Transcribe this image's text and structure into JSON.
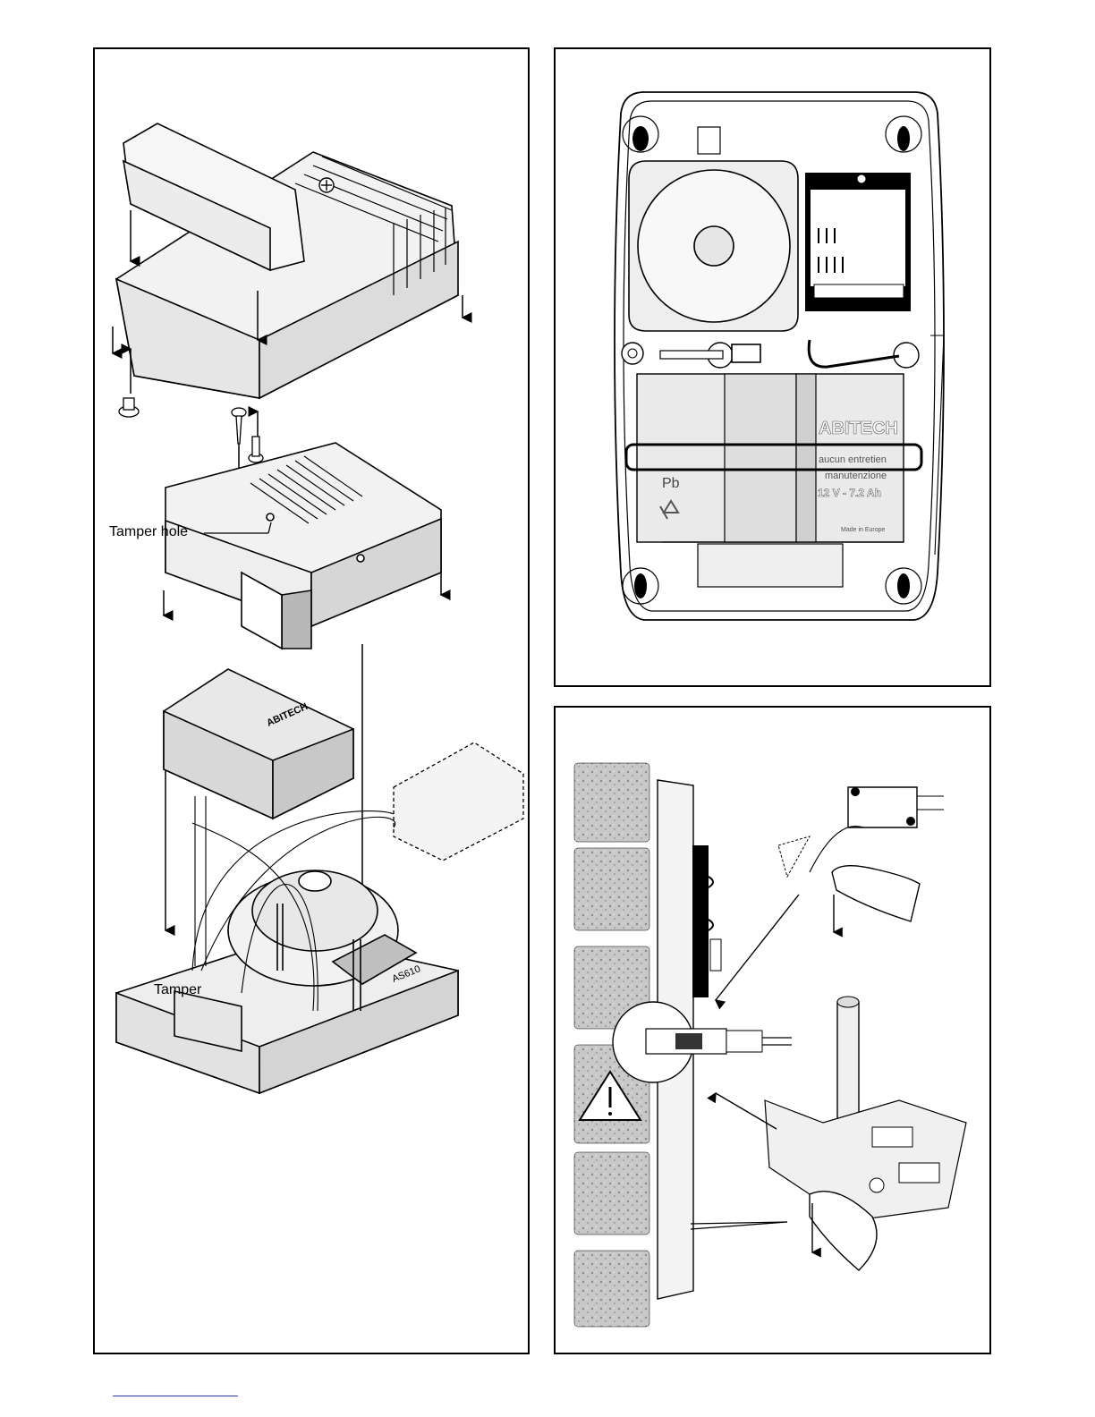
{
  "labels": {
    "tamper_hole": "Tamper hole",
    "tamper": "Tamper"
  },
  "battery": {
    "brand": "ABITECH",
    "lead_symbol": "Pb",
    "rating": "12 V - 7.2 Ah",
    "maintenance_1": "aucun entretien",
    "maintenance_2": "manutenzione",
    "origin": "Made in Europe"
  },
  "board": {
    "model": "AS610"
  },
  "colors": {
    "line": "#000000",
    "gray_light": "#eeeeee",
    "gray_mid": "#cfcfcf",
    "gray_dark": "#a8a8a8",
    "wall": "#c4c4c4",
    "footer_link": "#2b3fb8"
  },
  "icons": [
    "warning-triangle-icon",
    "recycle-icon",
    "screw-icon",
    "finger-icon"
  ]
}
